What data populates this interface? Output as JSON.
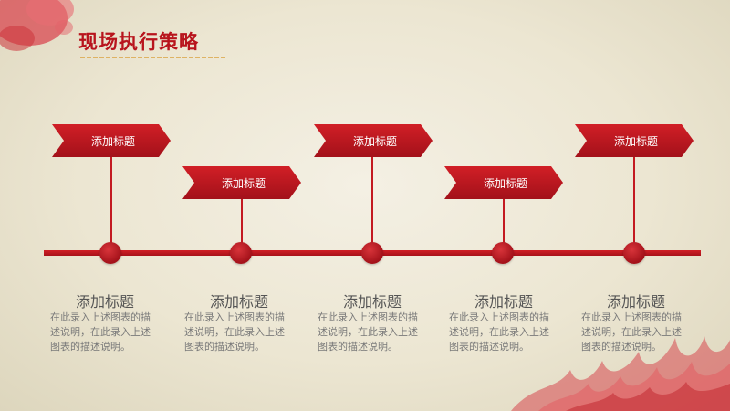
{
  "slide": {
    "title": "现场执行策略",
    "colors": {
      "accent": "#c0161e",
      "title": "#b8141d",
      "background": "#ede7d4",
      "text": "#7a7a7a"
    }
  },
  "milestones": [
    {
      "flag_label": "添加标题",
      "heading": "添加标题",
      "body": "在此录入上述图表的描述说明，在此录入上述图表的描述说明。"
    },
    {
      "flag_label": "添加标题",
      "heading": "添加标题",
      "body": "在此录入上述图表的描述说明，在此录入上述图表的描述说明。"
    },
    {
      "flag_label": "添加标题",
      "heading": "添加标题",
      "body": "在此录入上述图表的描述说明，在此录入上述图表的描述说明。"
    },
    {
      "flag_label": "添加标题",
      "heading": "添加标题",
      "body": "在此录入上述图表的描述说明，在此录入上述图表的描述说明。"
    },
    {
      "flag_label": "添加标题",
      "heading": "添加标题",
      "body": "在此录入上述图表的描述说明，在此录入上述图表的描述说明。"
    }
  ]
}
